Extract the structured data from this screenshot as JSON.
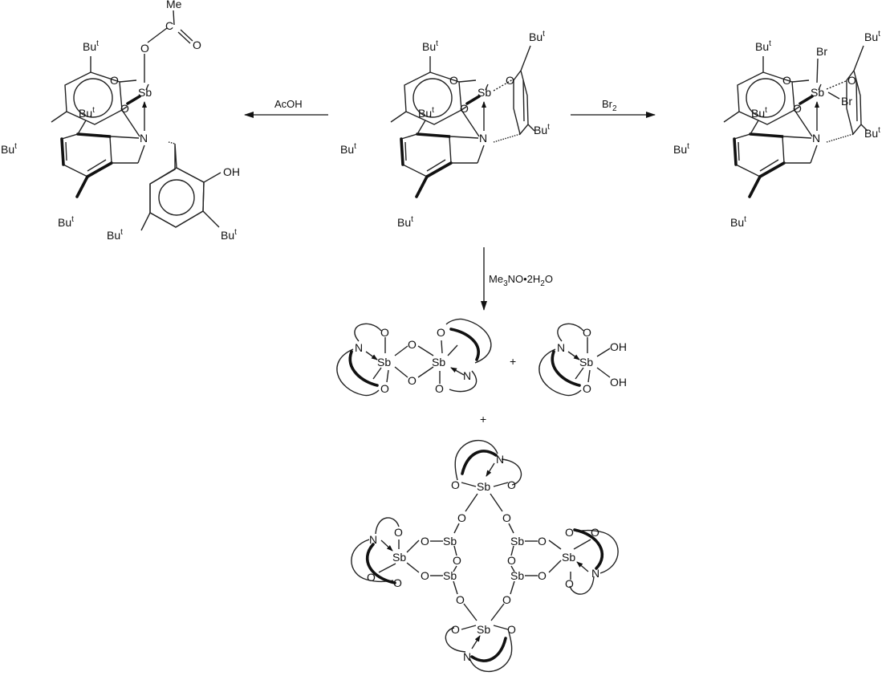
{
  "atoms": {
    "sb": "Sb",
    "o": "O",
    "n": "N",
    "c": "C",
    "br": "Br",
    "me": "Me",
    "oh": "OH",
    "bu": "Bu",
    "t": "t"
  },
  "reagents": {
    "left": "AcOH",
    "right_main": "Br",
    "right_sub": "2",
    "down_a": "Me",
    "down_a_sub": "3",
    "down_b": "NO•2H",
    "down_b_sub": "2",
    "down_c": "O"
  },
  "plus": "+"
}
